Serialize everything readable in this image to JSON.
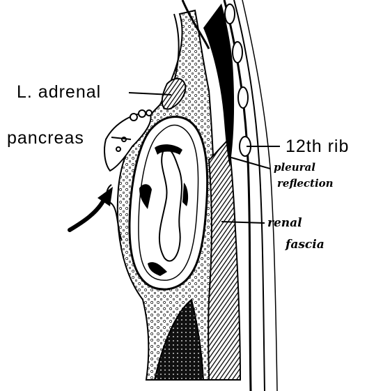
{
  "labels": {
    "adrenal": "L. adrenal",
    "pancreas": "pancreas",
    "rib": "12th rib",
    "pleural_1": "pleural",
    "pleural_2": "reflection",
    "renal_1": "renal",
    "renal_2": "fascia"
  },
  "colors": {
    "ink": "#000000",
    "paper": "#ffffff"
  }
}
